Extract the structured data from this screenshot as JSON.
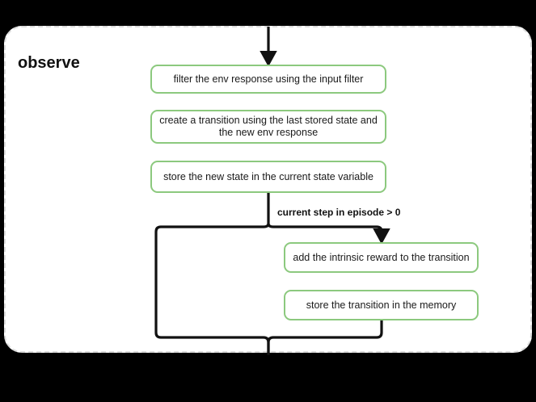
{
  "diagram": {
    "type": "flowchart",
    "group": {
      "title": "observe",
      "border_style": "dashed",
      "border_color": "#dcdcdc",
      "background": "#ffffff"
    },
    "node_color": "#8cc97e",
    "edge_color": "#111111",
    "nodes": [
      {
        "id": "filter",
        "label": "filter the env response using the input filter"
      },
      {
        "id": "create",
        "label": "create a transition using the last stored state and the new env response"
      },
      {
        "id": "store_state",
        "label": "store the new state in the current state variable"
      },
      {
        "id": "intrinsic",
        "label": "add the intrinsic reward to the transition"
      },
      {
        "id": "store_trans",
        "label": "store the transition in the memory"
      }
    ],
    "edges": [
      {
        "from": "external-top",
        "to": "filter",
        "label": ""
      },
      {
        "from": "filter",
        "to": "create",
        "label": ""
      },
      {
        "from": "create",
        "to": "store_state",
        "label": ""
      },
      {
        "from": "store_state",
        "to": "intrinsic",
        "label": "current step in episode > 0"
      },
      {
        "from": "store_state",
        "to": "merge",
        "label": ""
      },
      {
        "from": "intrinsic",
        "to": "store_trans",
        "label": ""
      },
      {
        "from": "store_trans",
        "to": "merge",
        "label": ""
      },
      {
        "from": "merge",
        "to": "external-bottom",
        "label": ""
      }
    ],
    "labels": {
      "condition": "current step in episode > 0"
    }
  }
}
